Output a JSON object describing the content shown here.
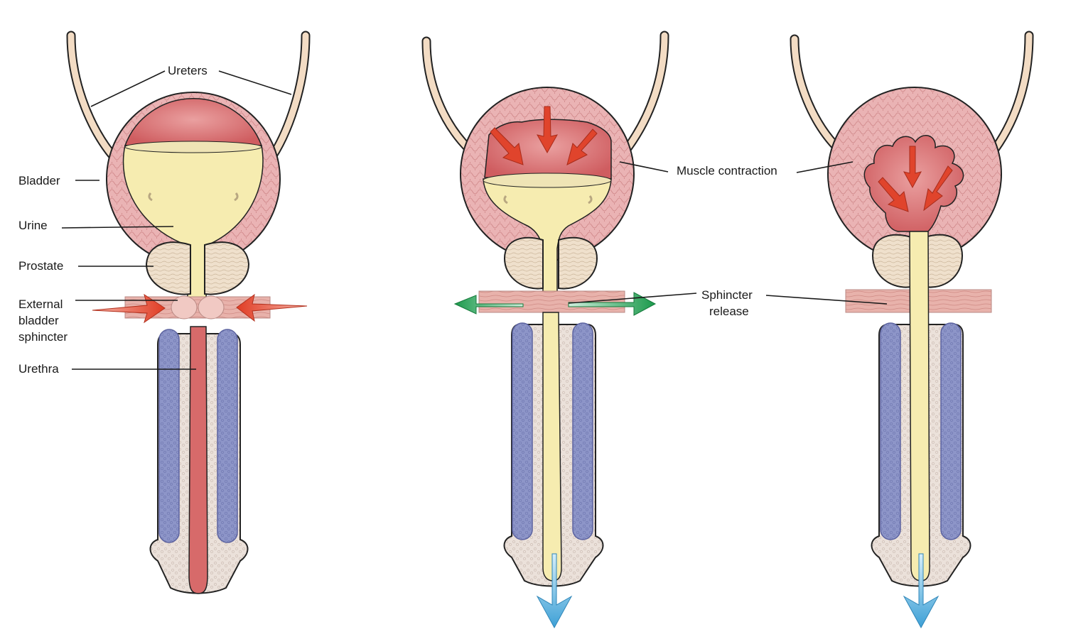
{
  "labels": {
    "ureters": "Ureters",
    "bladder": "Bladder",
    "urine": "Urine",
    "prostate": "Prostate",
    "sphincter_line1": "External",
    "sphincter_line2": "bladder",
    "sphincter_line3": "sphincter",
    "urethra": "Urethra",
    "muscle_contraction": "Muscle contraction",
    "sphincter_release_line1": "Sphincter",
    "sphincter_release_line2": "release"
  },
  "colors": {
    "ureter": "#f3dcc4",
    "bladder_wall": "#e8a9aa",
    "bladder_cells": "#d98a8c",
    "bladder_lumen": "#d46b6e",
    "urine": "#f6ecb0",
    "prostate": "#efe0cc",
    "sphincter": "#e9b3ac",
    "shaft_tissue": "#ece2dc",
    "corpora": "#8f97c9",
    "urethra_closed": "#d76a6a",
    "contraction_arrow": "#e0442c",
    "release_arrow": "#1e9a4e",
    "flow_arrow": "#5fb6e0"
  },
  "icons": {
    "contraction_arrows": "red-arrow-icon",
    "release_arrows": "green-arrow-icon",
    "flow_arrows": "blue-arrow-icon"
  }
}
